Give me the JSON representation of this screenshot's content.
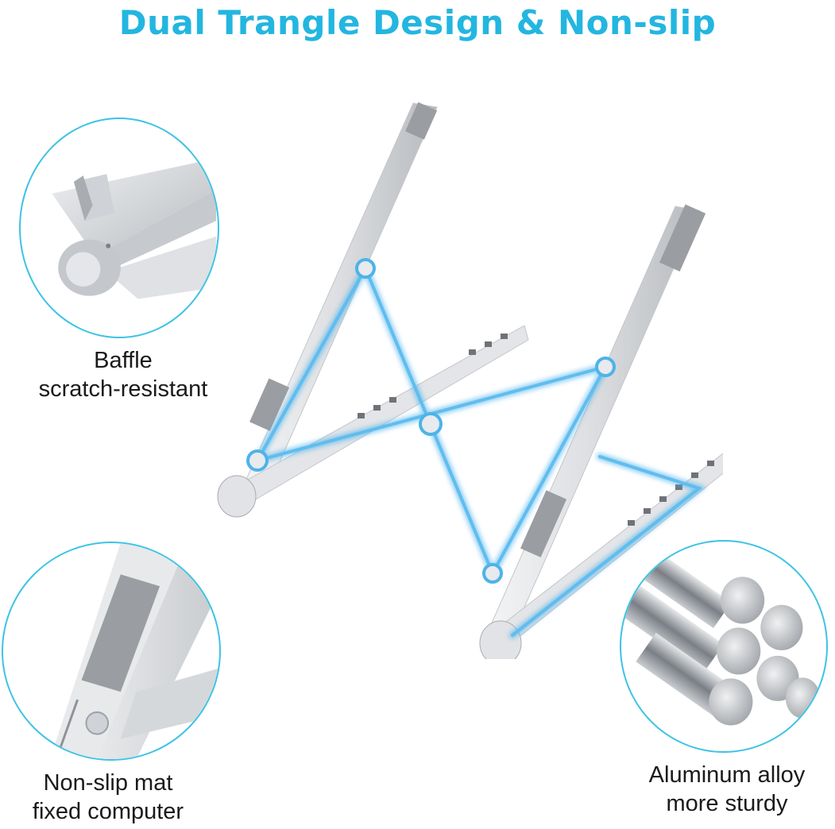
{
  "header": {
    "title": "Dual Trangle Design & Non-slip"
  },
  "features": [
    {
      "name": "baffle",
      "line1": "Baffle",
      "line2": "scratch-resistant"
    },
    {
      "name": "non-slip",
      "line1": "Non-slip mat",
      "line2": "fixed computer"
    },
    {
      "name": "aluminum",
      "line1": "Aluminum alloy",
      "line2": "more sturdy"
    }
  ],
  "colors": {
    "accent": "#23b6e0",
    "circle_border": "#3ec3e4",
    "highlight": "#4db3ea",
    "metal": "#d9dbde",
    "pad": "#9a9da1"
  }
}
